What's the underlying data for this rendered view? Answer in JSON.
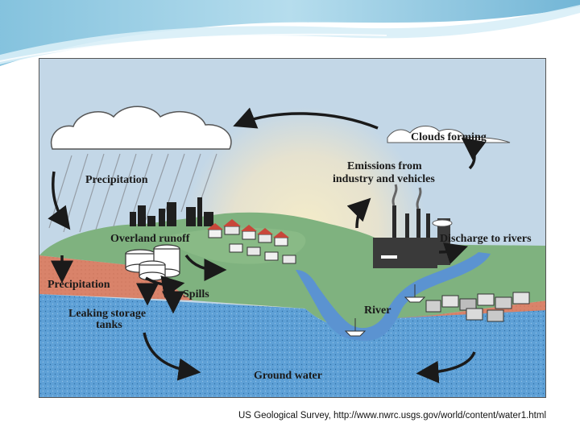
{
  "diagram": {
    "labels": {
      "clouds_forming": "Clouds forming",
      "emissions": [
        "Emissions from",
        "industry and vehicles"
      ],
      "precipitation_top": "Precipitation",
      "overland_runoff": "Overland runoff",
      "discharge": "Discharge to rivers",
      "precipitation_soil": "Precipitation",
      "spills": "Spills",
      "leaking": [
        "Leaking storage",
        "tanks"
      ],
      "river": "River",
      "ground_water": "Ground water"
    }
  },
  "caption": "US Geological Survey, http://www.nwrc.usgs.gov/world/content/water1.html",
  "colors": {
    "sky": "#c3d7e7",
    "sun": "#f1e8c3",
    "land": "#7fb27f",
    "soil": "#d9836a",
    "groundwater": "#5ea0d6",
    "river": "#5b93d1"
  }
}
